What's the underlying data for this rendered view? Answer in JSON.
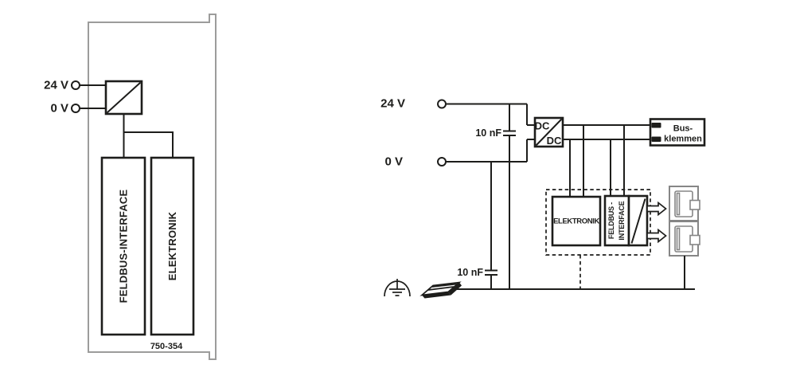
{
  "colors": {
    "ink": "#1d1d1b",
    "module_outline_gray": "#9c9c9b",
    "connector_gray": "#868686",
    "background": "#ffffff"
  },
  "left_diagram": {
    "terminal_24v": "24 V",
    "terminal_0v": "0 V",
    "feldbus_box": "FELDBUS-INTERFACE",
    "elektronik_box": "ELEKTRONIK",
    "part_number": "750-354"
  },
  "right_diagram": {
    "terminal_24v": "24 V",
    "terminal_0v": "0 V",
    "cap_top": "10 nF",
    "cap_bottom": "10 nF",
    "dcdc_top": "DC",
    "dcdc_bottom": "DC",
    "bus_klemmen_line1": "Bus-",
    "bus_klemmen_line2": "klemmen",
    "elektronik_box": "ELEKTRONIK",
    "feldbus_line1": "FELDBUS -",
    "feldbus_line2": "INTERFACE"
  }
}
